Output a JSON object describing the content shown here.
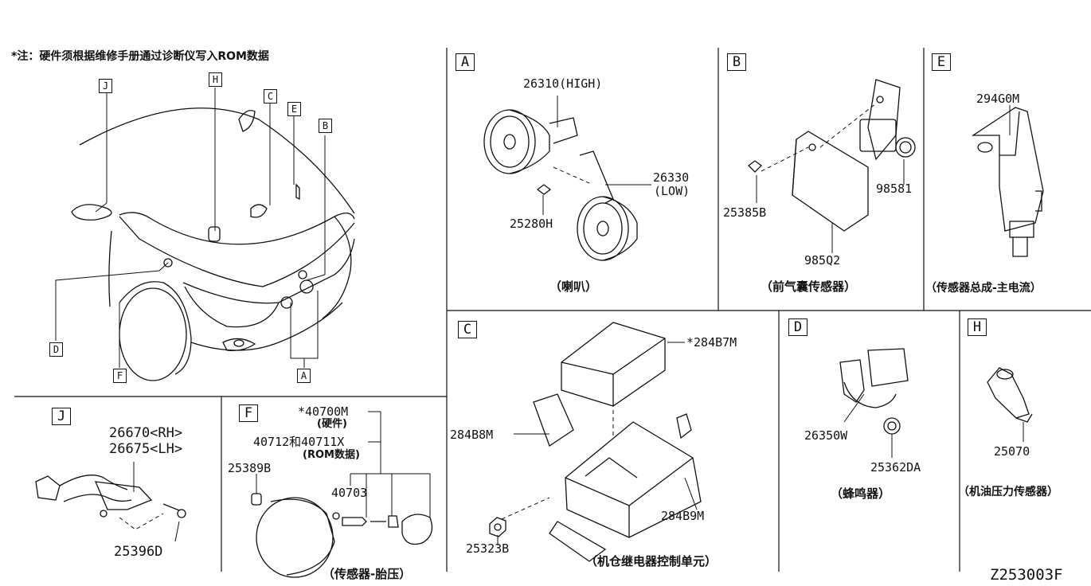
{
  "note": "*注：硬件须根据维修手册通过诊断仪写入ROM数据",
  "diagram_id": "Z253003F",
  "overview": {
    "callouts": [
      "J",
      "H",
      "C",
      "E",
      "B",
      "D",
      "F",
      "A"
    ]
  },
  "sections": {
    "A": {
      "letter": "A",
      "caption": "（喇叭）",
      "parts": [
        "26310(HIGH)",
        "26330",
        "(LOW)",
        "25280H"
      ]
    },
    "B": {
      "letter": "B",
      "caption": "（前气囊传感器）",
      "parts": [
        "98581",
        "25385B",
        "985Q2"
      ]
    },
    "E": {
      "letter": "E",
      "caption": "（传感器总成-主电流）",
      "parts": [
        "294G0M"
      ]
    },
    "C": {
      "letter": "C",
      "caption": "（机仓继电器控制单元）",
      "parts": [
        "*284B7M",
        "284B8M",
        "284B9M",
        "25323B"
      ]
    },
    "D": {
      "letter": "D",
      "caption": "（蜂鸣器）",
      "parts": [
        "26350W",
        "25362DA"
      ]
    },
    "H": {
      "letter": "H",
      "caption": "（机油压力传感器）",
      "parts": [
        "25070"
      ]
    },
    "J": {
      "letter": "J",
      "parts": [
        "26670<RH>",
        "26675<LH>",
        "25396D"
      ]
    },
    "F": {
      "letter": "F",
      "caption": "（传感器-胎压）",
      "parts": [
        "*40700M",
        "(硬件)",
        "40712和40711X",
        "(ROM数据)",
        "25389B",
        "40703"
      ]
    }
  },
  "icons": [
    "horn-icon",
    "airbag-sensor-icon",
    "current-sensor-icon",
    "relay-control-unit-icon",
    "buzzer-icon",
    "oil-pressure-sensor-icon",
    "headlamp-leveling-sensor-icon",
    "tire-pressure-sensor-icon",
    "car-front-icon"
  ]
}
